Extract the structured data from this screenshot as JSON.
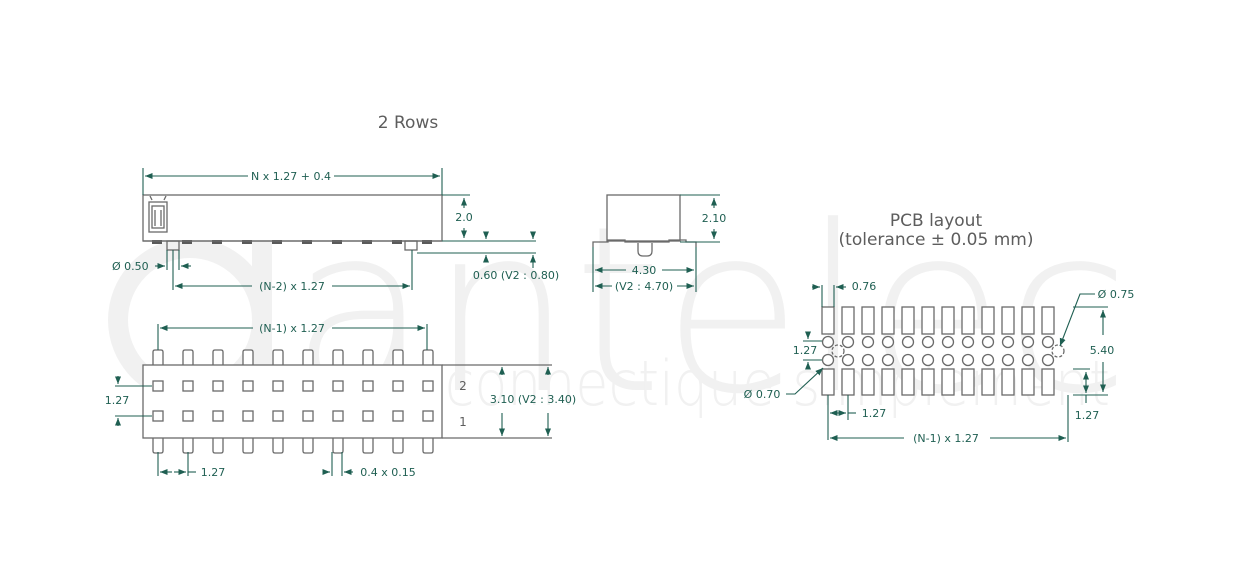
{
  "watermark": {
    "brand": "antelec",
    "tagline": "la connectique simplement"
  },
  "title": "2 Rows",
  "colors": {
    "dimension": "#1f5f52",
    "outline": "#6a6a6a",
    "title": "#5d5d5d",
    "watermark": "#f1f1f1"
  },
  "side_view": {
    "overall_length": "N x 1.27 + 0.4",
    "height": "2.0",
    "pin_diameter": "Ø 0.50",
    "pin_span": "(N-2) x 1.27",
    "pin_depth": "0.60  (V2 : 0.80)"
  },
  "end_view": {
    "height": "2.10",
    "width": "4.30",
    "width_v2": "(V2 : 4.70)"
  },
  "top_view": {
    "pin_span": "(N-1) x 1.27",
    "row_pitch": "1.27",
    "row_labels": [
      "2",
      "1"
    ],
    "body_width": "3.10  (V2 : 3.40)",
    "pin_pitch": "1.27",
    "pin_size": "0.4 x 0.15",
    "pin_count_shown": 10
  },
  "pcb_layout": {
    "title": "PCB layout",
    "subtitle": "(tolerance ± 0.05 mm)",
    "pad_width": "0.76",
    "hole_diameter_large": "Ø 0.75",
    "hole_diameter_small": "Ø 0.70",
    "row_pitch": "1.27",
    "overall_height": "5.40",
    "pad_pitch": "1.27",
    "pad_length": "1.27",
    "pad_span": "(N-1) x 1.27",
    "pad_count_shown": 12
  }
}
